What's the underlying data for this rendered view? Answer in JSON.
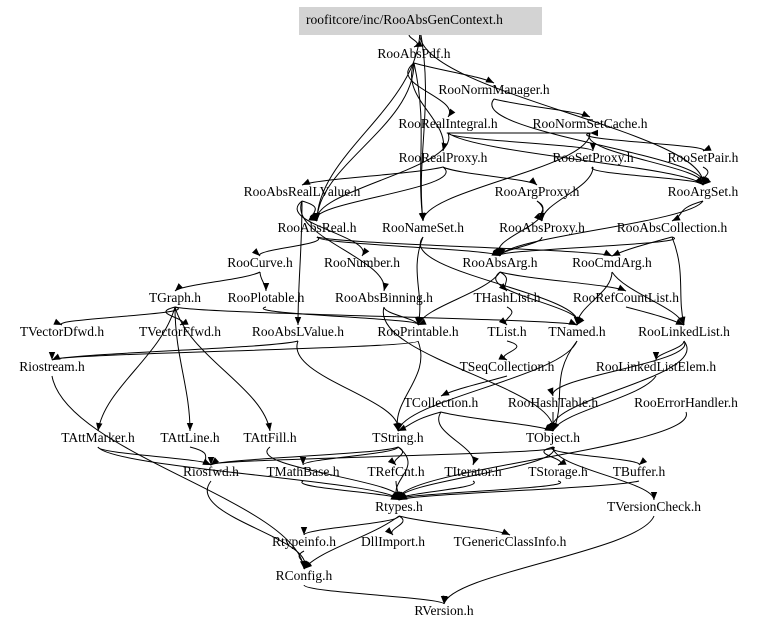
{
  "root": "roofitcore/inc/RooAbsGenContext.h",
  "nodes": [
    {
      "id": "RooAbsPdf",
      "label": "RooAbsPdf.h"
    },
    {
      "id": "RooNormManager",
      "label": "RooNormManager.h"
    },
    {
      "id": "RooRealIntegral",
      "label": "RooRealIntegral.h"
    },
    {
      "id": "RooNormSetCache",
      "label": "RooNormSetCache.h"
    },
    {
      "id": "RooRealProxy",
      "label": "RooRealProxy.h"
    },
    {
      "id": "RooSetProxy",
      "label": "RooSetProxy.h"
    },
    {
      "id": "RooSetPair",
      "label": "RooSetPair.h"
    },
    {
      "id": "RooAbsRealLValue",
      "label": "RooAbsRealLValue.h"
    },
    {
      "id": "RooArgProxy",
      "label": "RooArgProxy.h"
    },
    {
      "id": "RooArgSet",
      "label": "RooArgSet.h"
    },
    {
      "id": "RooAbsReal",
      "label": "RooAbsReal.h"
    },
    {
      "id": "RooNameSet",
      "label": "RooNameSet.h"
    },
    {
      "id": "RooAbsProxy",
      "label": "RooAbsProxy.h"
    },
    {
      "id": "RooAbsCollection",
      "label": "RooAbsCollection.h"
    },
    {
      "id": "RooCurve",
      "label": "RooCurve.h"
    },
    {
      "id": "RooNumber",
      "label": "RooNumber.h"
    },
    {
      "id": "RooAbsArg",
      "label": "RooAbsArg.h"
    },
    {
      "id": "RooCmdArg",
      "label": "RooCmdArg.h"
    },
    {
      "id": "TGraph",
      "label": "TGraph.h"
    },
    {
      "id": "RooPlotable",
      "label": "RooPlotable.h"
    },
    {
      "id": "RooAbsBinning",
      "label": "RooAbsBinning.h"
    },
    {
      "id": "THashList",
      "label": "THashList.h"
    },
    {
      "id": "RooRefCountList",
      "label": "RooRefCountList.h"
    },
    {
      "id": "TVectorDfwd",
      "label": "TVectorDfwd.h"
    },
    {
      "id": "TVectorFfwd",
      "label": "TVectorFfwd.h"
    },
    {
      "id": "RooAbsLValue",
      "label": "RooAbsLValue.h"
    },
    {
      "id": "RooPrintable",
      "label": "RooPrintable.h"
    },
    {
      "id": "TList",
      "label": "TList.h"
    },
    {
      "id": "TNamed",
      "label": "TNamed.h"
    },
    {
      "id": "RooLinkedList",
      "label": "RooLinkedList.h"
    },
    {
      "id": "Riostream",
      "label": "Riostream.h"
    },
    {
      "id": "TSeqCollection",
      "label": "TSeqCollection.h"
    },
    {
      "id": "RooLinkedListElem",
      "label": "RooLinkedListElem.h"
    },
    {
      "id": "TCollection",
      "label": "TCollection.h"
    },
    {
      "id": "RooHashTable",
      "label": "RooHashTable.h"
    },
    {
      "id": "RooErrorHandler",
      "label": "RooErrorHandler.h"
    },
    {
      "id": "TAttMarker",
      "label": "TAttMarker.h"
    },
    {
      "id": "TAttLine",
      "label": "TAttLine.h"
    },
    {
      "id": "TAttFill",
      "label": "TAttFill.h"
    },
    {
      "id": "TString",
      "label": "TString.h"
    },
    {
      "id": "TObject",
      "label": "TObject.h"
    },
    {
      "id": "Riosfwd",
      "label": "Riosfwd.h"
    },
    {
      "id": "TMathBase",
      "label": "TMathBase.h"
    },
    {
      "id": "TRefCnt",
      "label": "TRefCnt.h"
    },
    {
      "id": "TIterator",
      "label": "TIterator.h"
    },
    {
      "id": "TStorage",
      "label": "TStorage.h"
    },
    {
      "id": "TBuffer",
      "label": "TBuffer.h"
    },
    {
      "id": "Rtypes",
      "label": "Rtypes.h"
    },
    {
      "id": "TVersionCheck",
      "label": "TVersionCheck.h"
    },
    {
      "id": "Rtypeinfo",
      "label": "Rtypeinfo.h"
    },
    {
      "id": "DllImport",
      "label": "DllImport.h"
    },
    {
      "id": "TGenericClassInfo",
      "label": "TGenericClassInfo.h"
    },
    {
      "id": "RConfig",
      "label": "RConfig.h"
    },
    {
      "id": "RVersion",
      "label": "RVersion.h"
    }
  ],
  "edges": [
    [
      "root",
      "RooAbsPdf"
    ],
    [
      "root",
      "RooArgSet"
    ],
    [
      "root",
      "RooAbsReal"
    ],
    [
      "root",
      "RooNameSet"
    ],
    [
      "RooAbsPdf",
      "RooNormManager"
    ],
    [
      "RooAbsPdf",
      "RooRealIntegral"
    ],
    [
      "RooAbsPdf",
      "RooRealProxy"
    ],
    [
      "RooAbsPdf",
      "RooAbsReal"
    ],
    [
      "RooAbsPdf",
      "RooNameSet"
    ],
    [
      "RooNormManager",
      "RooNormSetCache"
    ],
    [
      "RooNormManager",
      "RooArgSet"
    ],
    [
      "RooRealIntegral",
      "RooNormSetCache"
    ],
    [
      "RooRealIntegral",
      "RooSetProxy"
    ],
    [
      "RooRealIntegral",
      "RooAbsReal"
    ],
    [
      "RooRealIntegral",
      "RooArgSet"
    ],
    [
      "RooNormSetCache",
      "RooSetPair"
    ],
    [
      "RooNormSetCache",
      "RooArgSet"
    ],
    [
      "RooNormSetCache",
      "RooNameSet"
    ],
    [
      "RooRealProxy",
      "RooArgProxy"
    ],
    [
      "RooRealProxy",
      "RooAbsReal"
    ],
    [
      "RooRealProxy",
      "RooAbsRealLValue"
    ],
    [
      "RooSetProxy",
      "RooArgSet"
    ],
    [
      "RooSetProxy",
      "RooAbsProxy"
    ],
    [
      "RooSetPair",
      "RooArgSet"
    ],
    [
      "RooAbsRealLValue",
      "RooAbsReal"
    ],
    [
      "RooAbsRealLValue",
      "RooNumber"
    ],
    [
      "RooAbsRealLValue",
      "RooAbsBinning"
    ],
    [
      "RooAbsRealLValue",
      "RooAbsLValue"
    ],
    [
      "RooArgProxy",
      "RooAbsProxy"
    ],
    [
      "RooArgProxy",
      "RooAbsArg"
    ],
    [
      "RooArgSet",
      "RooAbsCollection"
    ],
    [
      "RooArgSet",
      "RooAbsArg"
    ],
    [
      "RooAbsReal",
      "RooAbsArg"
    ],
    [
      "RooAbsReal",
      "RooCurve"
    ],
    [
      "RooAbsReal",
      "RooCmdArg"
    ],
    [
      "RooNameSet",
      "TNamed"
    ],
    [
      "RooNameSet",
      "RooPrintable"
    ],
    [
      "RooAbsProxy",
      "RooAbsArg"
    ],
    [
      "RooAbsCollection",
      "RooLinkedList"
    ],
    [
      "RooAbsCollection",
      "RooAbsArg"
    ],
    [
      "RooAbsCollection",
      "RooCmdArg"
    ],
    [
      "RooCurve",
      "TGraph"
    ],
    [
      "RooCurve",
      "RooPlotable"
    ],
    [
      "RooAbsArg",
      "THashList"
    ],
    [
      "RooAbsArg",
      "RooRefCountList"
    ],
    [
      "RooAbsArg",
      "TNamed"
    ],
    [
      "RooAbsArg",
      "RooPrintable"
    ],
    [
      "RooCmdArg",
      "TNamed"
    ],
    [
      "RooCmdArg",
      "RooLinkedList"
    ],
    [
      "TGraph",
      "TVectorDfwd"
    ],
    [
      "TGraph",
      "TVectorFfwd"
    ],
    [
      "TGraph",
      "TAttMarker"
    ],
    [
      "TGraph",
      "TAttLine"
    ],
    [
      "TGraph",
      "TAttFill"
    ],
    [
      "TGraph",
      "TNamed"
    ],
    [
      "RooPlotable",
      "RooPrintable"
    ],
    [
      "RooAbsBinning",
      "TObject"
    ],
    [
      "RooAbsBinning",
      "RooPrintable"
    ],
    [
      "THashList",
      "TList"
    ],
    [
      "RooRefCountList",
      "RooLinkedList"
    ],
    [
      "RooAbsLValue",
      "Riostream"
    ],
    [
      "RooAbsLValue",
      "TString"
    ],
    [
      "RooPrintable",
      "Riostream"
    ],
    [
      "RooPrintable",
      "TString"
    ],
    [
      "TList",
      "TSeqCollection"
    ],
    [
      "TNamed",
      "TObject"
    ],
    [
      "TNamed",
      "TString"
    ],
    [
      "RooLinkedList",
      "RooLinkedListElem"
    ],
    [
      "RooLinkedList",
      "RooHashTable"
    ],
    [
      "RooLinkedList",
      "TObject"
    ],
    [
      "TSeqCollection",
      "TCollection"
    ],
    [
      "RooLinkedListElem",
      "TObject"
    ],
    [
      "RooHashTable",
      "TObject"
    ],
    [
      "RooErrorHandler",
      "Rtypes"
    ],
    [
      "TCollection",
      "TObject"
    ],
    [
      "TCollection",
      "TString"
    ],
    [
      "TCollection",
      "TIterator"
    ],
    [
      "TAttMarker",
      "Riosfwd"
    ],
    [
      "TAttMarker",
      "Rtypes"
    ],
    [
      "TAttLine",
      "Riosfwd"
    ],
    [
      "TAttFill",
      "Rtypes"
    ],
    [
      "TString",
      "Riosfwd"
    ],
    [
      "TString",
      "TMathBase"
    ],
    [
      "TString",
      "TRefCnt"
    ],
    [
      "TString",
      "Rtypes"
    ],
    [
      "TObject",
      "TStorage"
    ],
    [
      "TObject",
      "TBuffer"
    ],
    [
      "TObject",
      "TVersionCheck"
    ],
    [
      "TObject",
      "Rtypes"
    ],
    [
      "TObject",
      "Riosfwd"
    ],
    [
      "Riosfwd",
      "RConfig"
    ],
    [
      "TMathBase",
      "Rtypes"
    ],
    [
      "TRefCnt",
      "Rtypes"
    ],
    [
      "TIterator",
      "Rtypes"
    ],
    [
      "TStorage",
      "Rtypes"
    ],
    [
      "TBuffer",
      "Rtypes"
    ],
    [
      "TVersionCheck",
      "RVersion"
    ],
    [
      "Rtypes",
      "Rtypeinfo"
    ],
    [
      "Rtypes",
      "DllImport"
    ],
    [
      "Rtypes",
      "TGenericClassInfo"
    ],
    [
      "Rtypes",
      "RConfig"
    ],
    [
      "Rtypeinfo",
      "RConfig"
    ],
    [
      "RConfig",
      "RVersion"
    ],
    [
      "Riostream",
      "RConfig"
    ]
  ]
}
